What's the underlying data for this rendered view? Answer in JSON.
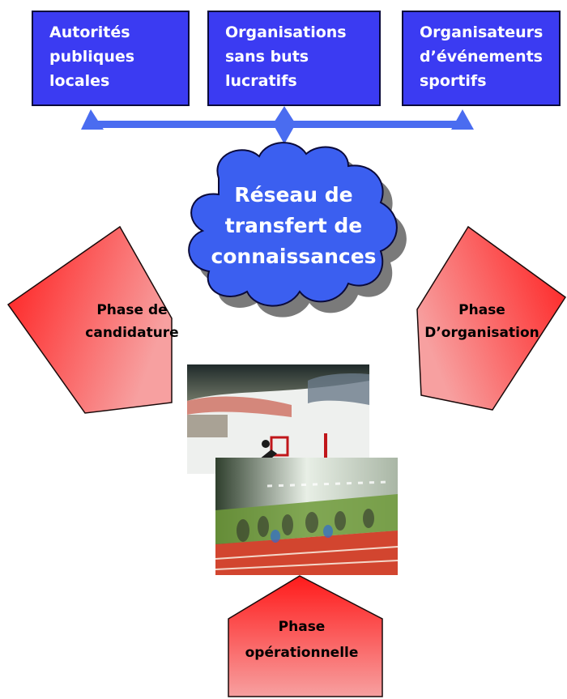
{
  "boxes": [
    {
      "lines": [
        "Autorités",
        "publiques",
        "locales"
      ]
    },
    {
      "lines": [
        "Organisations",
        "sans buts",
        "lucratifs"
      ]
    },
    {
      "lines": [
        "Organisateurs",
        "d’événements",
        "sportifs"
      ]
    }
  ],
  "cloud": {
    "lines": [
      "Réseau de",
      "transfert de",
      "connaissances"
    ]
  },
  "phases": {
    "left": {
      "lines": [
        "Phase de",
        "candidature"
      ]
    },
    "right": {
      "lines": [
        "Phase",
        "D’organisation"
      ]
    },
    "bottom": {
      "lines": [
        "Phase",
        "opérationnelle"
      ]
    }
  },
  "colors": {
    "box_fill": "#3b3bf2",
    "cloud_fill": "#3b5ff0",
    "arrow_fill_dark": "#ff1a1a",
    "arrow_fill_light": "#f08a8a",
    "connector": "#4a6cf0"
  }
}
